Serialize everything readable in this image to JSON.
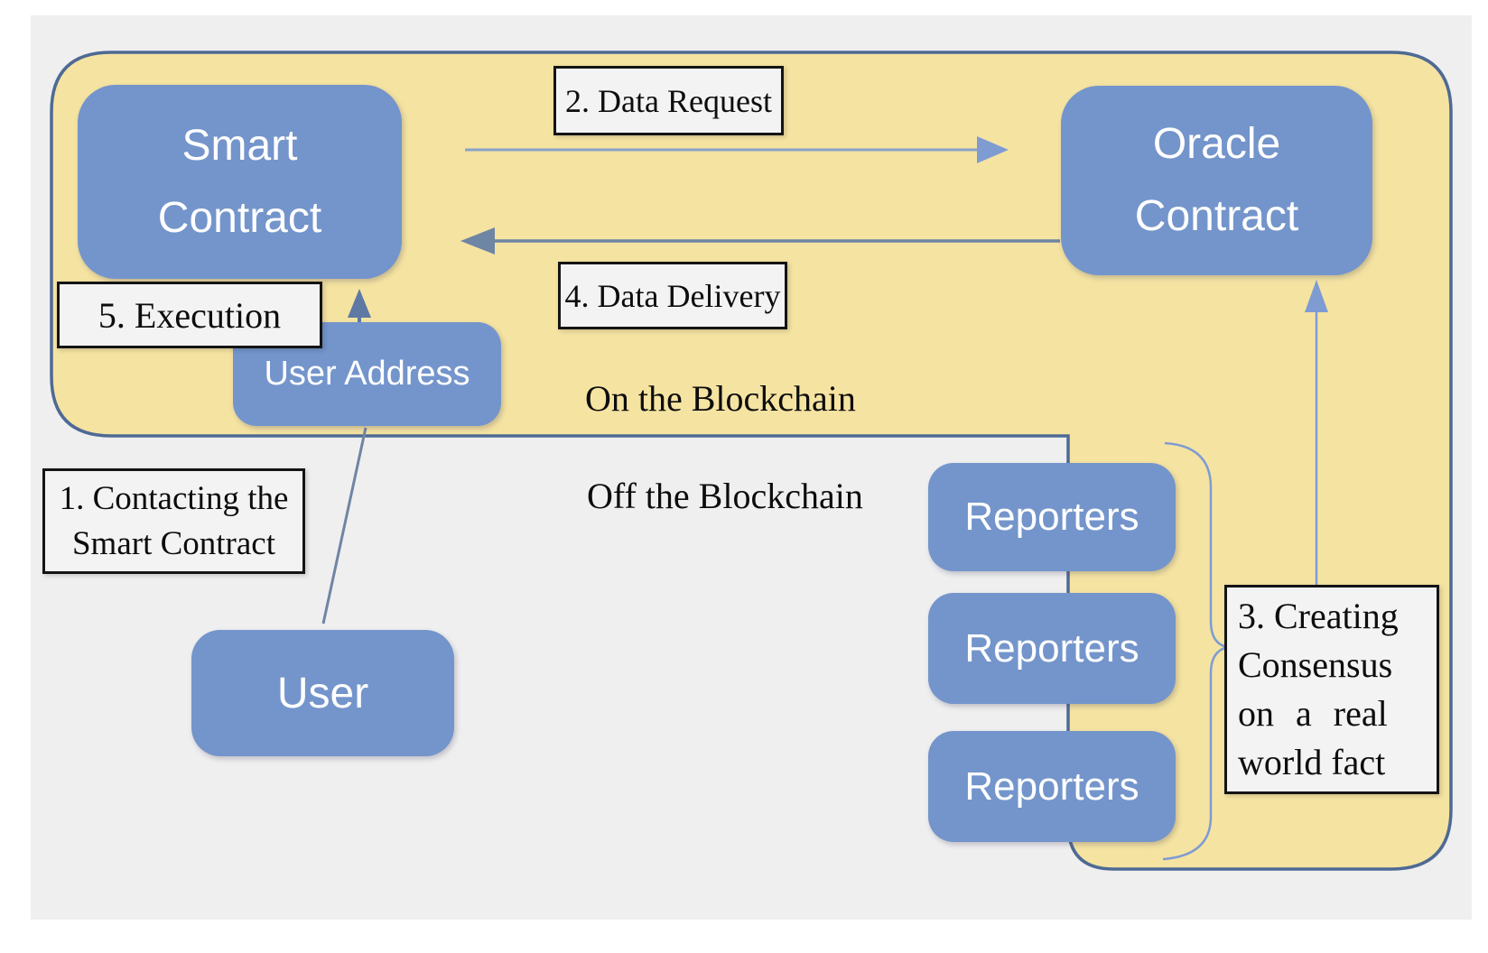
{
  "diagram": {
    "title_context": "Blockchain oracle data flow diagram",
    "regions": {
      "on_label": "On the Blockchain",
      "off_label": "Off the Blockchain"
    },
    "nodes": {
      "smart_contract": [
        "Smart",
        "Contract"
      ],
      "oracle_contract": [
        "Oracle",
        "Contract"
      ],
      "user_address": "User Address",
      "user": "User",
      "reporters": [
        "Reporters",
        "Reporters",
        "Reporters"
      ]
    },
    "steps": {
      "step1": [
        "1. Contacting the",
        "Smart Contract"
      ],
      "step2": "2. Data Request",
      "step3": [
        "3. Creating",
        "Consensus",
        "on a real",
        "world fact"
      ],
      "step4": "4. Data Delivery",
      "step5": "5. Execution"
    },
    "colors": {
      "blockchain_region_fill": "#f5e3a2",
      "blockchain_region_border": "#4e6a94",
      "canvas_background": "#efeff0",
      "node_fill": "#7495cb",
      "node_text": "#ffffff",
      "step_label_background": "#f3f3f4",
      "step_label_border": "#141414",
      "arrow_light_blue": "#7e9cd2",
      "arrow_request": "#8ba2c8",
      "arrow_dark": "#6f85a4",
      "arrow_execution_head": "#5e79a3"
    }
  }
}
